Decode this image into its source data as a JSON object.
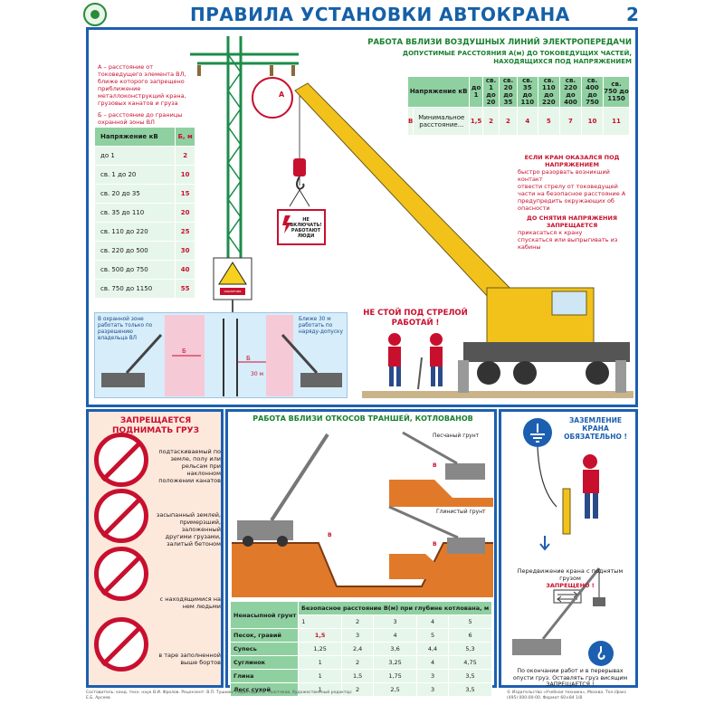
{
  "header": {
    "title": "ПРАВИЛА УСТАНОВКИ АВТОКРАНА",
    "page_number": "2"
  },
  "power_lines": {
    "title": "РАБОТА ВБЛИЗИ ВОЗДУШНЫХ ЛИНИЙ ЭЛЕКТРОПЕРЕДАЧИ",
    "subtitle": "ДОПУСТИМЫЕ РАССТОЯНИЯ А(м) ДО ТОКОВЕДУЩИХ ЧАСТЕЙ, НАХОДЯЩИХСЯ ПОД НАПРЯЖЕНИЕМ",
    "distance_table": {
      "header_label": "Напряжение кВ",
      "columns": [
        "до 1",
        "св. 1 до 20",
        "св. 20 до 35",
        "св. 35 до 110",
        "св. 110 до 220",
        "св. 220 до 400",
        "св. 400 до 750",
        "св. 750 до 1150"
      ],
      "row_label": "В",
      "row_desc": "Минимальное расстояние...",
      "values": [
        "1,5",
        "2",
        "2",
        "4",
        "5",
        "7",
        "10",
        "11"
      ]
    },
    "label_a": "А",
    "desc_a": "А – расстояние от токоведущего элемента ВЛ, ближе которого запрещено приближение металлоконструкций крана, грузовых канатов и груза",
    "desc_b": "Б – расстояние до границы охранной зоны ВЛ",
    "zone_table": {
      "header": [
        "Напряжение кВ",
        "Б, м"
      ],
      "rows": [
        [
          "до 1",
          "2"
        ],
        [
          "св. 1 до 20",
          "10"
        ],
        [
          "св. 20 до 35",
          "15"
        ],
        [
          "св. 35 до 110",
          "20"
        ],
        [
          "св. 110 до 220",
          "25"
        ],
        [
          "св. 220 до 500",
          "30"
        ],
        [
          "св. 500 до 750",
          "40"
        ],
        [
          "св. 750 до 1150",
          "55"
        ]
      ]
    },
    "sign_text": "НЕ ВКЛЮЧАТЬ! РАБОТАЮТ ЛЮДИ",
    "warning_sign_caption": "охранная зона",
    "crane_under_voltage": {
      "title": "ЕСЛИ КРАН ОКАЗАЛСЯ ПОД НАПРЯЖЕНИЕМ",
      "items": [
        "быстро разорвать возникший контакт",
        "отвести стрелу от токоведущей части на безопасное расстояние А",
        "предупредить окружающих об опасности"
      ],
      "forbidden_title": "ДО СНЯТИЯ НАПРЯЖЕНИЯ ЗАПРЕЩАЕТСЯ",
      "forbidden_items": [
        "прикасаться к крану",
        "спускаться или выпрыгивать из кабины"
      ]
    },
    "no_stand": "НЕ СТОЙ ПОД СТРЕЛОЙ РАБОТАЙ !",
    "inset_note_left": "В охранной зоне работать только по разрешению владельца ВЛ",
    "inset_note_right": "Ближе 30 м работать по наряду-допуску",
    "inset_label_b": "Б",
    "inset_label_30": "30 м"
  },
  "forbidden_lift": {
    "title": "ЗАПРЕЩАЕТСЯ ПОДНИМАТЬ ГРУЗ",
    "captions": [
      "подтаскиваемый по земле, полу или рельсам при наклонном положении канатов",
      "засыпанный землей, примерзший, заложенный другими грузами, залитый бетоном",
      "с находящимися на нем людьми",
      "в таре заполненной выше бортов"
    ]
  },
  "trenches": {
    "title": "РАБОТА ВБЛИЗИ ОТКОСОВ ТРАНШЕЙ, КОТЛОВАНОВ",
    "label_sandy": "Песчаный грунт",
    "label_clay": "Глинистый грунт",
    "label_v": "В",
    "soil_table": {
      "header_soil": "Ненасыпной грунт",
      "header_dist": "Безопасное расстояние В(м) при глубине котлована, м",
      "depths": [
        "1",
        "2",
        "3",
        "4",
        "5"
      ],
      "rows": [
        {
          "soil": "Песок, гравий",
          "values": [
            "1,5",
            "3",
            "4",
            "5",
            "6"
          ]
        },
        {
          "soil": "Супесь",
          "values": [
            "1,25",
            "2,4",
            "3,6",
            "4,4",
            "5,3"
          ]
        },
        {
          "soil": "Суглинок",
          "values": [
            "1",
            "2",
            "3,25",
            "4",
            "4,75"
          ]
        },
        {
          "soil": "Глина",
          "values": [
            "1",
            "1,5",
            "1,75",
            "3",
            "3,5"
          ]
        },
        {
          "soil": "Лесс сухой",
          "values": [
            "1",
            "2",
            "2,5",
            "3",
            "3,5"
          ]
        }
      ]
    }
  },
  "grounding": {
    "title": "ЗАЗЕМЛЕНИЕ КРАНА ОБЯЗАТЕЛЬНО !",
    "move_text": "Передвижение крана с поднятым грузом",
    "move_forbidden": "ЗАПРЕЩЕНО !",
    "end_text": "По окончании работ и в перерывах опусти груз. Оставлять груз висящим ЗАПРЕЩАЕТСЯ !"
  },
  "footer": {
    "left": "Составитель: канд. техн. наук В.И. Фролов. Рецензент: В.П. Тушкин. Редактор: А.В. Толстяков. Художественный редактор: Е.Б. Арсеев",
    "right": "© Издательство «Учебная техника», Москва. Тел./факс (495) 000-00-00. Формат 60×84 1/8"
  },
  "colors": {
    "frame_blue": "#1c5fb0",
    "header_blue": "#1560a8",
    "green": "#18802e",
    "red": "#c8102e",
    "crane_yellow": "#f2c21b",
    "pink_zone": "#f6c9d6"
  }
}
